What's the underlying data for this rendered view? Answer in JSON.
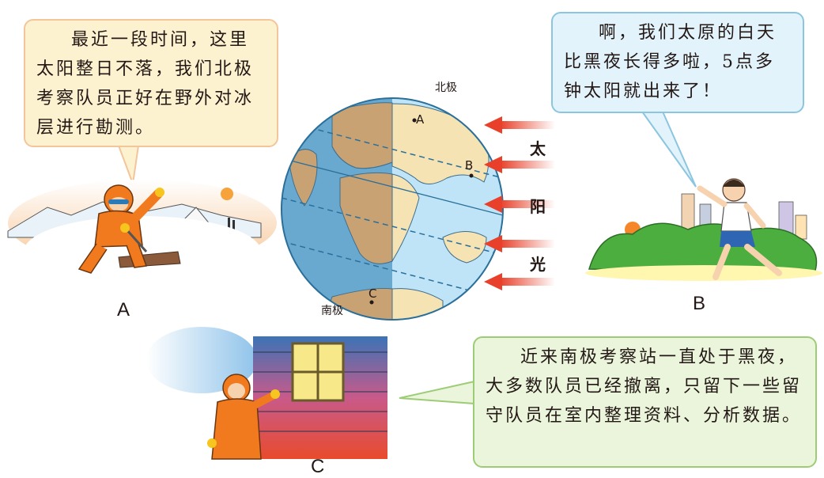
{
  "bubbles": {
    "a": "最近一段时间，这里太阳整日不落，我们北极考察队员正好在野外对冰层进行勘测。",
    "b": "啊，我们太原的白天比黑夜长得多啦，5点多钟太阳就出来了！",
    "c": "近来南极考察站一直处于黑夜，大多数队员已经撤离，只留下一些留守队员在室内整理资料、分析数据。"
  },
  "labels": {
    "scene_a": "A",
    "scene_b": "B",
    "scene_c": "C",
    "north_pole": "北极",
    "south_pole": "南极",
    "point_a": "A",
    "point_b": "B",
    "point_c": "C"
  },
  "sunlight": [
    "太",
    "阳",
    "光"
  ],
  "colors": {
    "ocean_day": "#bfe4f7",
    "ocean_night": "#6aa9cf",
    "land_day": "#f6e3b4",
    "land_night": "#c9a273",
    "sun_arrow": "#e8402a"
  }
}
